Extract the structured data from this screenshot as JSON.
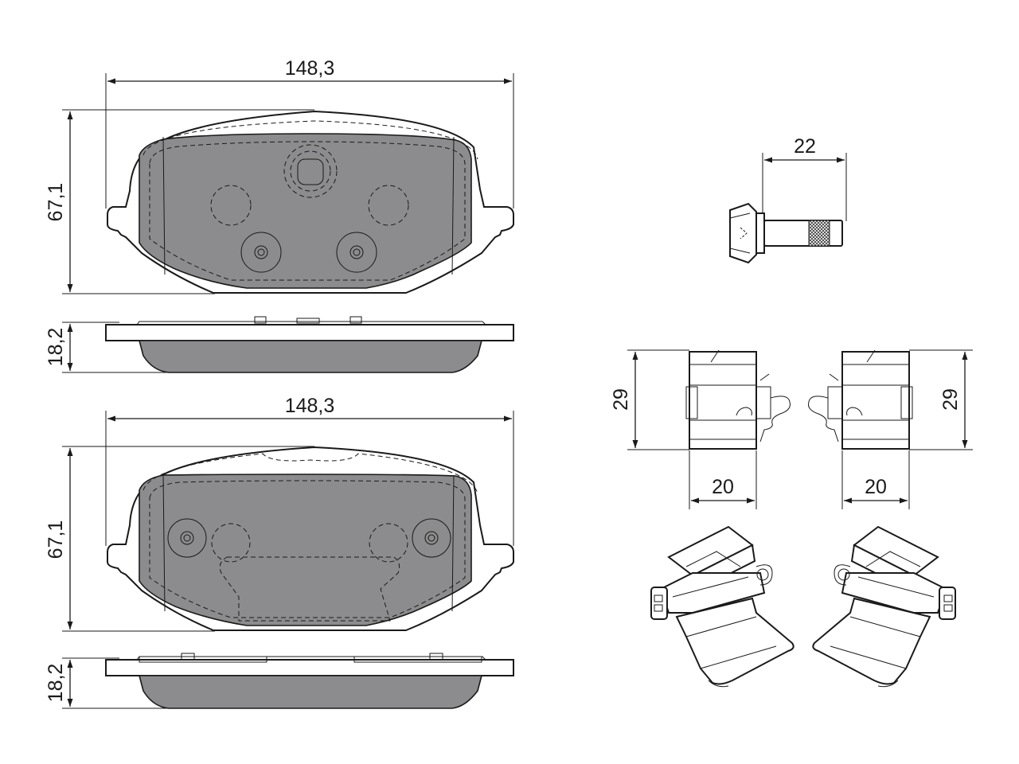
{
  "colors": {
    "line": "#1a1a1a",
    "friction_material": "#8c8c8e",
    "background": "#ffffff"
  },
  "dimensions": {
    "top_pad_width": "148,3",
    "top_pad_height": "67,1",
    "top_pad_thickness": "18,2",
    "bottom_pad_width": "148,3",
    "bottom_pad_height": "67,1",
    "bottom_pad_thickness": "18,2",
    "bolt_length": "22",
    "left_clip_height": "29",
    "left_clip_width": "20",
    "right_clip_height": "29",
    "right_clip_width": "20"
  }
}
